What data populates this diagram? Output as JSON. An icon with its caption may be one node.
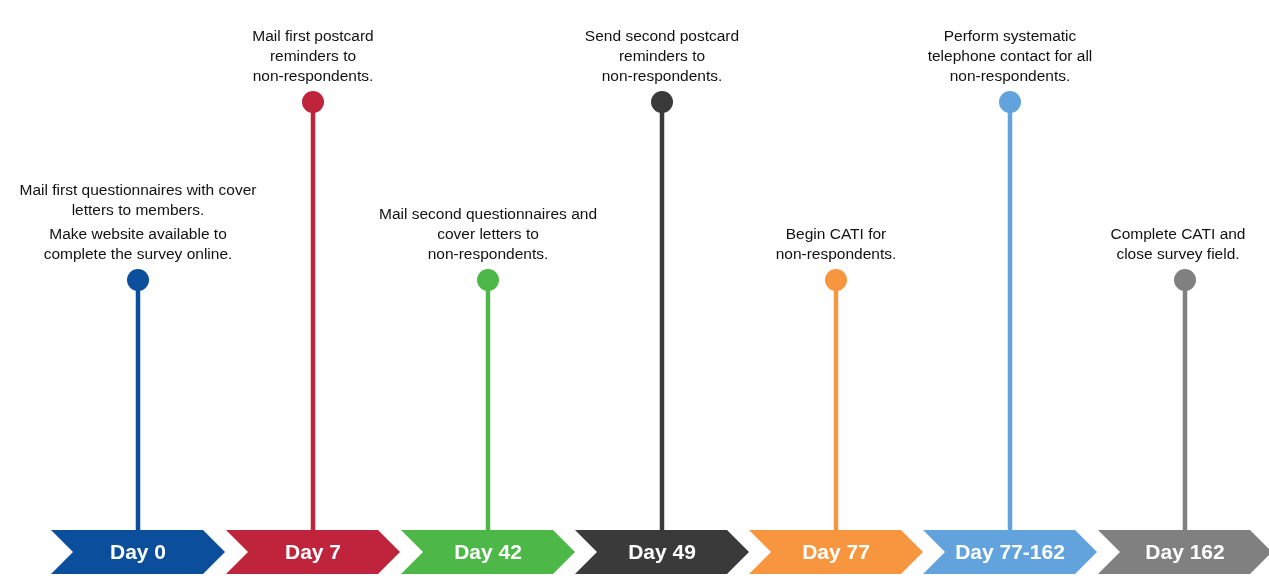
{
  "diagram": {
    "nodes": [
      {
        "text": [
          "Day 0"
        ]
      },
      {
        "text": [
          "Day 7"
        ]
      },
      {
        "text": [
          "Day 42"
        ]
      },
      {
        "text": [
          "Day 49"
        ]
      },
      {
        "text": [
          "Day 77"
        ]
      },
      {
        "text": [
          "Day 77-162"
        ]
      },
      {
        "text": [
          "Day 162"
        ]
      },
      {
        "text": [
          "Mail first questionnaires with cover letters to members.",
          "Make website available to complete the survey online."
        ]
      },
      {
        "text": [
          "Mail first postcard reminders to non-respondents."
        ]
      },
      {
        "text": [
          "Mail second questionnaires and cover letters to non-respondents."
        ]
      },
      {
        "text": [
          "Send second postcard reminders to non-respondents."
        ]
      },
      {
        "text": [
          "Begin CATI for non-respondents."
        ]
      },
      {
        "text": [
          "Perform systematic telephone contact for all non-respondents."
        ]
      },
      {
        "text": [
          "Complete CATI and close survey field."
        ]
      }
    ],
    "edges": [
      {
        "from": 0,
        "to": 7,
        "arrow": "other",
        "color": "#0b4f9c"
      },
      {
        "from": 1,
        "to": 8,
        "arrow": "other",
        "color": "#c0243c"
      },
      {
        "from": 2,
        "to": 9,
        "arrow": "other",
        "color": "#4db848"
      },
      {
        "from": 3,
        "to": 10,
        "arrow": "other",
        "color": "#3a3a3a"
      },
      {
        "from": 4,
        "to": 11,
        "arrow": "other",
        "color": "#f7963e"
      },
      {
        "from": 5,
        "to": 12,
        "arrow": "other",
        "color": "#62a3dd"
      },
      {
        "from": 6,
        "to": 13,
        "arrow": "other",
        "color": "#808080"
      }
    ]
  }
}
